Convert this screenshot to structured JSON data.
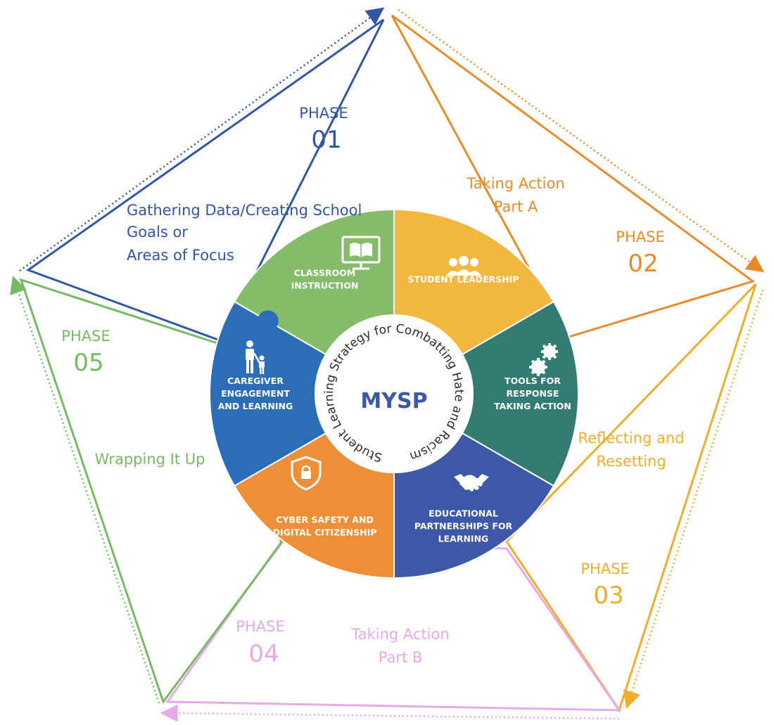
{
  "center": {
    "title": "MYSP",
    "ring_text": "Student Learning Strategy for Combatting Hate and Racism"
  },
  "phases": [
    {
      "label": "PHASE",
      "number": "01",
      "desc": [
        "Gathering Data/Creating School",
        "Goals or",
        "Areas of Focus"
      ],
      "color": "#3355a4"
    },
    {
      "label": "PHASE",
      "number": "02",
      "desc": [
        "Taking Action",
        "Part A"
      ],
      "color": "#e98b2a"
    },
    {
      "label": "PHASE",
      "number": "03",
      "desc": [
        "Reflecting and",
        "Resetting"
      ],
      "color": "#efae2a"
    },
    {
      "label": "PHASE",
      "number": "04",
      "desc": [
        "Taking Action",
        "Part B"
      ],
      "color": "#e7a9e8"
    },
    {
      "label": "PHASE",
      "number": "05",
      "desc": [
        "Wrapping It Up"
      ],
      "color": "#78b966"
    }
  ],
  "segments": [
    {
      "lines": [
        "CLASSROOM",
        "INSTRUCTION"
      ],
      "color": "#84bc6a",
      "icon": "monitor-book-icon"
    },
    {
      "lines": [
        "STUDENT LEADERSHIP"
      ],
      "color": "#f1b73f",
      "icon": "people-group-icon"
    },
    {
      "lines": [
        "TOOLS FOR",
        "RESPONSE",
        "TAKING ACTION"
      ],
      "color": "#347b74",
      "icon": "gears-icon"
    },
    {
      "lines": [
        "EDUCATIONAL",
        "PARTNERSHIPS FOR",
        "LEARNING"
      ],
      "color": "#3d58a6",
      "icon": "handshake-icon"
    },
    {
      "lines": [
        "CYBER SAFETY AND",
        "DIGITAL CITIZENSHIP"
      ],
      "color": "#ec8f36",
      "icon": "shield-lock-icon"
    },
    {
      "lines": [
        "CAREGIVER",
        "ENGAGEMENT",
        "AND LEARNING"
      ],
      "color": "#2c6db7",
      "icon": "parent-child-icon"
    }
  ]
}
